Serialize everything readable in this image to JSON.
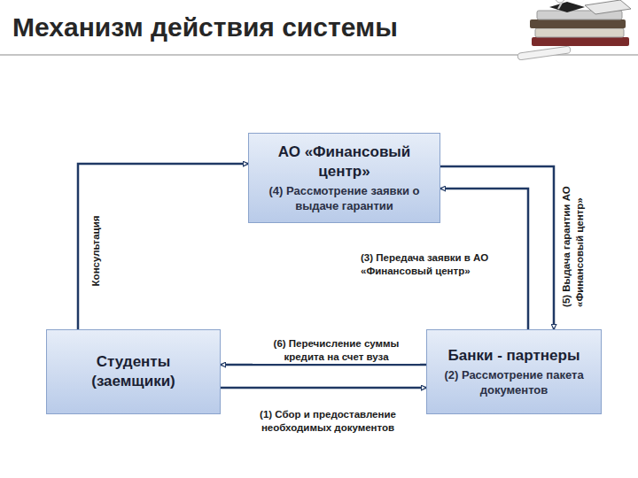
{
  "diagram": {
    "title": "Механизм действия системы",
    "nodes": [
      {
        "text": [
          "АО «Финансовый центр»",
          "(4) Рассмотрение заявки о выдаче гарантии"
        ]
      },
      {
        "text": [
          "Студенты (заемщики)"
        ]
      },
      {
        "text": [
          "Банки - партнеры",
          "(2) Рассмотрение пакета документов"
        ]
      }
    ],
    "edges": [
      {
        "from": 1,
        "to": 0,
        "label": "Консультация",
        "arrow": "to"
      },
      {
        "from": 2,
        "to": 0,
        "label": "(3) Передача заявки в АО «Финансовый центр»",
        "arrow": "to"
      },
      {
        "from": 0,
        "to": 2,
        "label": "(5) Выдача гарантии АО «Финансовый центр»",
        "arrow": "to"
      },
      {
        "from": 2,
        "to": 1,
        "label": "(6) Перечисление суммы кредита на счет вуза",
        "arrow": "to"
      },
      {
        "from": 1,
        "to": 2,
        "label": "(1) Сбор и предоставление необходимых документов",
        "arrow": "to"
      }
    ]
  }
}
